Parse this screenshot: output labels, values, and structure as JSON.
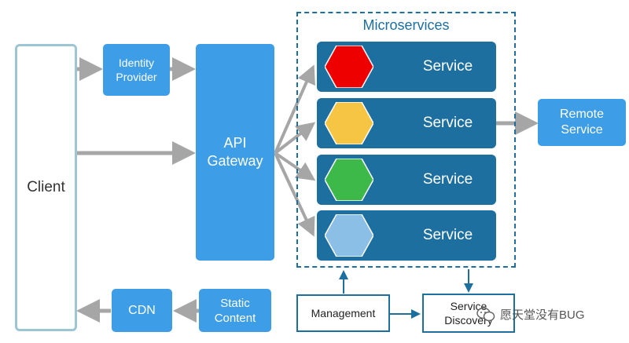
{
  "client": {
    "label": "Client"
  },
  "identity_provider": {
    "label": "Identity Provider"
  },
  "api_gateway": {
    "label": "API Gateway"
  },
  "microservices": {
    "title": "Microservices",
    "services": [
      {
        "label": "Service",
        "color": "#ee0000"
      },
      {
        "label": "Service",
        "color": "#f6c544"
      },
      {
        "label": "Service",
        "color": "#3db94a"
      },
      {
        "label": "Service",
        "color": "#8cbfe6"
      }
    ]
  },
  "remote_service": {
    "label": "Remote Service"
  },
  "cdn": {
    "label": "CDN"
  },
  "static_content": {
    "label": "Static Content"
  },
  "management": {
    "label": "Management"
  },
  "service_discovery": {
    "label": "Service Discovery"
  },
  "watermark": {
    "label": "愿天堂没有BUG",
    "icon": "wechat-icon"
  },
  "colors": {
    "box_blue": "#3d9de6",
    "service_dark": "#1d6fa0",
    "arrow_gray": "#a6a6a6"
  }
}
